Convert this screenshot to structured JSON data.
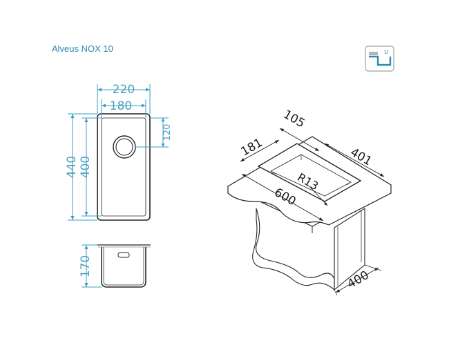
{
  "title": "Alveus NOX 10",
  "icon": {
    "name": "undermount-sink-icon",
    "letter": "U",
    "color": "#2a8ab0"
  },
  "top_view": {
    "width_outer": "220",
    "width_inner": "180",
    "height_outer": "440",
    "height_inner": "400",
    "drain_offset": "120"
  },
  "side_view": {
    "depth": "170"
  },
  "iso_view": {
    "dim_105": "105",
    "dim_181": "181",
    "dim_401": "401",
    "radius": "R13",
    "cutout_width": "600",
    "cabinet_depth": "400"
  },
  "colors": {
    "dimension": "#3a9cc4",
    "outline": "#222222"
  }
}
